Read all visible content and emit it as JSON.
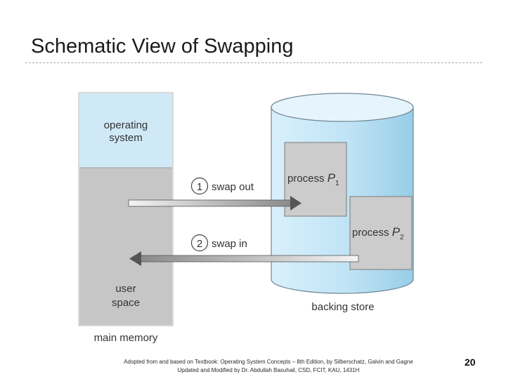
{
  "slide": {
    "title": "Schematic View of Swapping",
    "footer_line1": "Adopted from and based on Textbook: Operating System Concepts – 8th Edition, by Silberschatz, Galvin and Gagne",
    "footer_line2": "Updated and Modified by Dr. Abdullah Basuhail, CSD, FCIT, KAU, 1431H",
    "page_number": "20"
  },
  "diagram": {
    "memory": {
      "os_line1": "operating",
      "os_line2": "system",
      "user_line1": "user",
      "user_line2": "space",
      "label": "main memory"
    },
    "backing_store_label": "backing store",
    "p1": {
      "text": "process ",
      "name": "P",
      "sub": "1"
    },
    "p2": {
      "text": "process ",
      "name": "P",
      "sub": "2"
    },
    "swap_out": {
      "num": "1",
      "label": "swap out"
    },
    "swap_in": {
      "num": "2",
      "label": "swap in"
    },
    "colors": {
      "os_region": "#cfe9f6",
      "user_region": "#c6c6c6",
      "process_box": "#cccccc",
      "cylinder_body": "#bfe3f5",
      "arrow": "#6b6b6b"
    }
  }
}
